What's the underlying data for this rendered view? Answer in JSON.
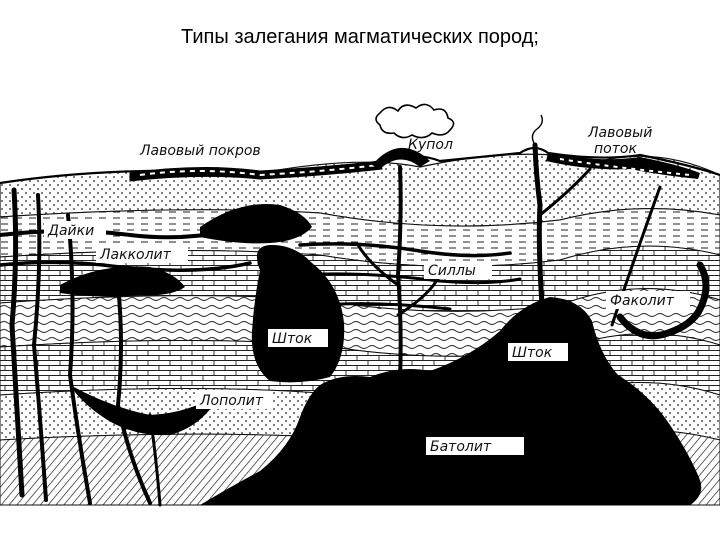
{
  "title": "Типы залегания магматических пород;",
  "labels": {
    "lava_cover": "Лавовый покров",
    "dome": "Купол",
    "lava_flow_1": "Лавовый",
    "lava_flow_2": "поток",
    "dikes": "Дайки",
    "laccolith": "Лакколит",
    "sills": "Силлы",
    "phacolith": "Факолит",
    "stock_left": "Шток",
    "stock_right": "Шток",
    "lopolith": "Лополит",
    "batholith": "Батолит"
  },
  "colors": {
    "ink": "#000000",
    "paper": "#ffffff",
    "hatch": "#1a1a1a"
  }
}
